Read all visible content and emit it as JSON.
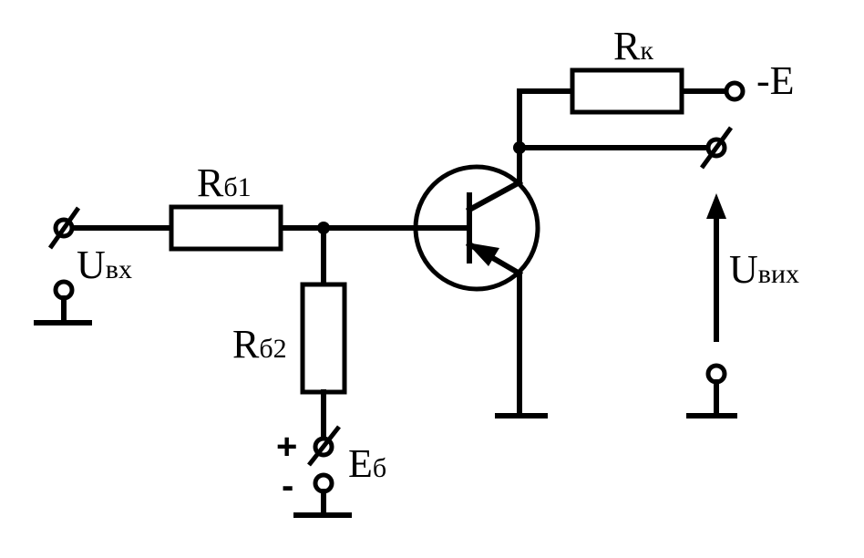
{
  "labels": {
    "rk": {
      "main": "R",
      "sub": "к"
    },
    "minus_e": "-E",
    "rb1": {
      "main": "R",
      "sub": "б1"
    },
    "rb2": {
      "main": "R",
      "sub": "б2"
    },
    "uin": {
      "main": "U",
      "sub": "вх"
    },
    "uout": {
      "main": "U",
      "sub": "вих"
    },
    "eb": {
      "main": "E",
      "sub": "б"
    },
    "plus": "+",
    "minus": "-"
  }
}
